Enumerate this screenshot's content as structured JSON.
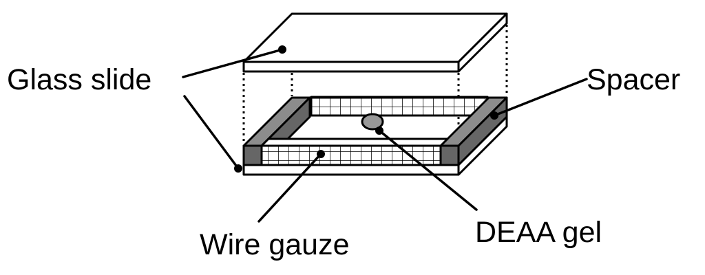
{
  "diagram": {
    "labels": {
      "glass_slide": "Glass slide",
      "spacer": "Spacer",
      "wire_gauze": "Wire gauze",
      "deaa_gel": "DEAA gel"
    },
    "colors": {
      "stroke": "#000000",
      "spacer_fill": "#666666",
      "spacer_light": "#8c8c8c",
      "gel_fill": "#999999",
      "face_fill": "#ffffff"
    }
  }
}
